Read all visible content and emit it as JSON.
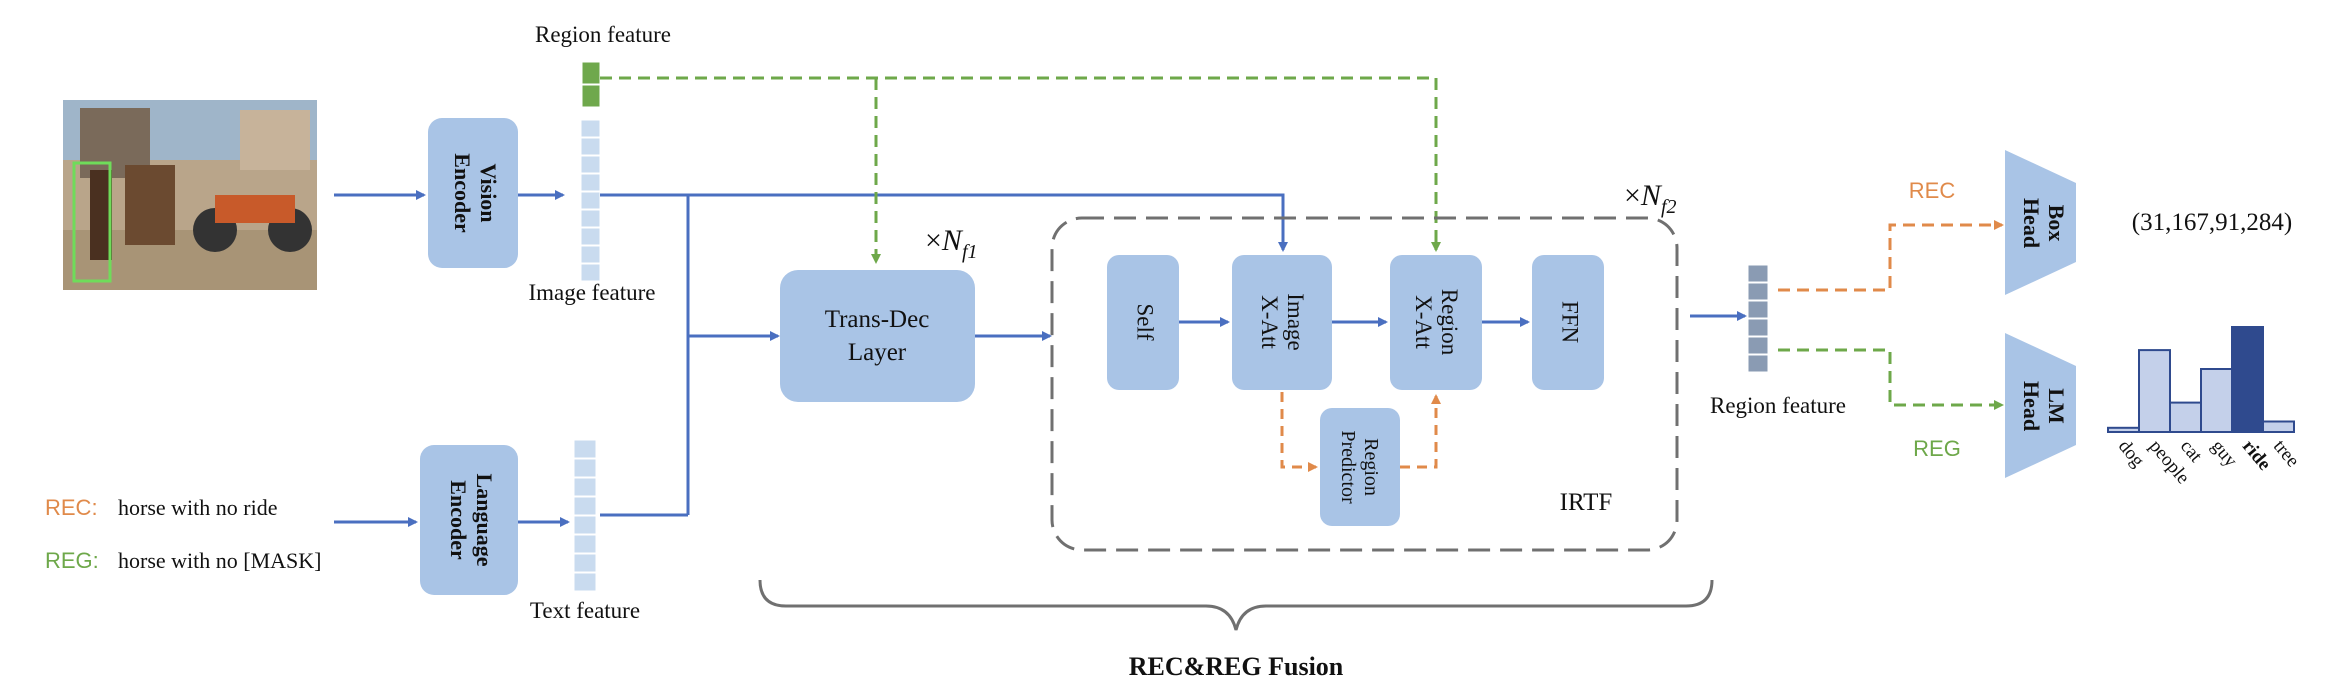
{
  "photo": {
    "description_icon": "photo-icon"
  },
  "features": {
    "region_top": "Region feature",
    "image": "Image feature",
    "text": "Text feature",
    "region_out": "Region feature"
  },
  "encoders": {
    "vision_line1": "Vision",
    "vision_line2": "Encoder",
    "language_line1": "Language",
    "language_line2": "Encoder"
  },
  "transdec": {
    "line1": "Trans-Dec",
    "line2": "Layer",
    "repeat_prefix": "×",
    "repeat_var": "N",
    "repeat_sub": "f1"
  },
  "irtf": {
    "label": "IRTF",
    "repeat_prefix": "×",
    "repeat_var": "N",
    "repeat_sub": "f2",
    "self": "Self",
    "image_xatt_line1": "Image",
    "image_xatt_line2": "X-Att",
    "region_xatt_line1": "Region",
    "region_xatt_line2": "X-Att",
    "ffn": "FFN",
    "region_predictor_line1": "Region",
    "region_predictor_line2": "Predictor"
  },
  "inputs": {
    "rec_tag": "REC:",
    "rec_text": "horse with no ride",
    "reg_tag": "REG:",
    "reg_text": "horse with no [MASK]"
  },
  "heads": {
    "box_line1": "Box",
    "box_line2": "Head",
    "lm_line1": "LM",
    "lm_line2": "Head",
    "rec_label": "REC",
    "reg_label": "REG",
    "box_output": "(31,167,91,284)"
  },
  "fusion": {
    "label": "REC&REG Fusion"
  },
  "chart_data": {
    "type": "bar",
    "categories": [
      "dog",
      "people",
      "cat",
      "guy",
      "ride",
      "tree"
    ],
    "values": [
      0.04,
      0.78,
      0.28,
      0.6,
      1.0,
      0.1
    ],
    "highlight": "ride",
    "title": "",
    "xlabel": "",
    "ylabel": ""
  },
  "colors": {
    "box_fill": "#a9c4e6",
    "arrow_blue": "#4a6fc0",
    "rec_orange": "#e08a4a",
    "reg_green": "#6ea84a",
    "region_green": "#6fa84c",
    "feature_light": "#c9dbef",
    "feature_dark": "#8a9bb3",
    "dash_gray": "#707070",
    "bar_light": "#c4d0ea",
    "bar_dark": "#2f4a8e"
  }
}
